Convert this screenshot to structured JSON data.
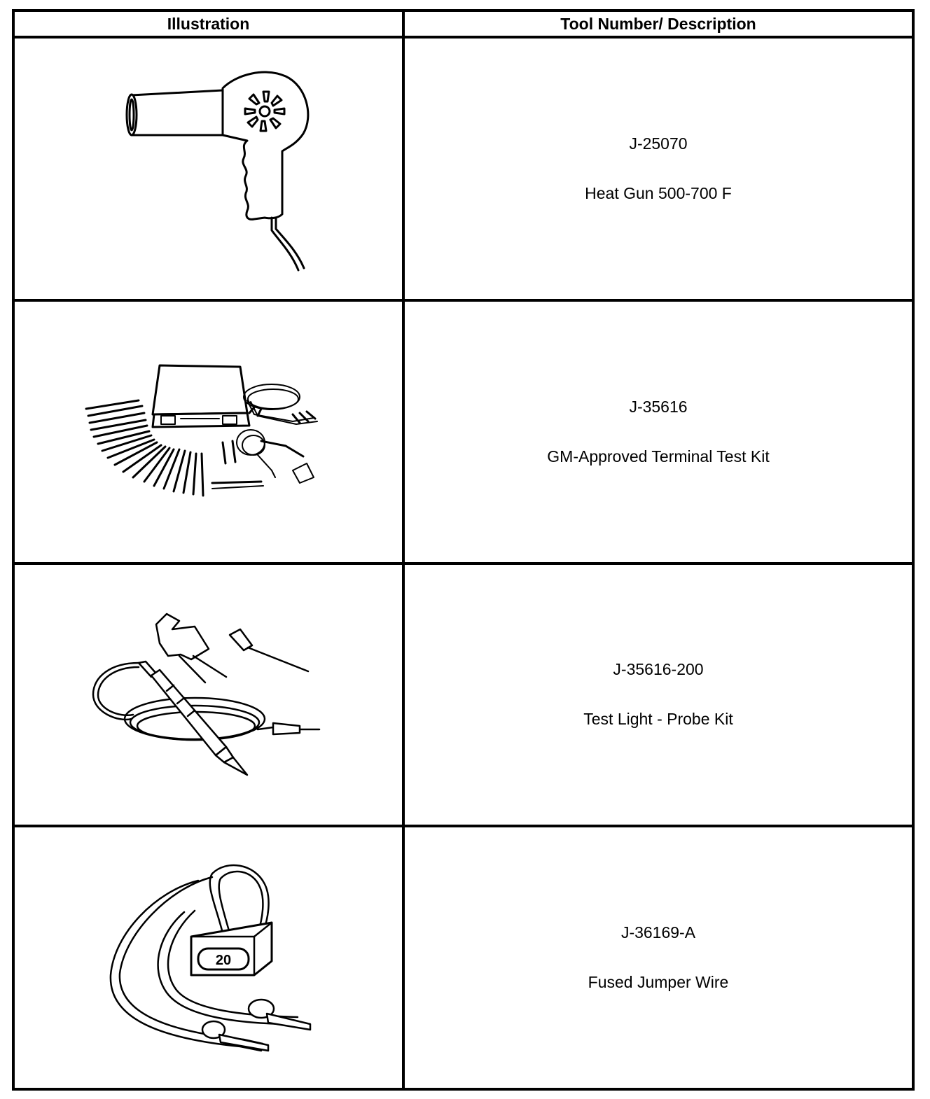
{
  "table": {
    "headers": {
      "illustration": "Illustration",
      "description": "Tool Number/ Description"
    },
    "rows": [
      {
        "tool_number": "J-25070",
        "description": "Heat Gun 500-700 F",
        "illustration_icon": "heat-gun-icon"
      },
      {
        "tool_number": "J-35616",
        "description": "GM-Approved Terminal Test Kit",
        "illustration_icon": "terminal-test-kit-icon"
      },
      {
        "tool_number": "J-35616-200",
        "description": "Test Light - Probe Kit",
        "illustration_icon": "test-light-probe-icon"
      },
      {
        "tool_number": "J-36169-A",
        "description": "Fused Jumper Wire",
        "illustration_icon": "fused-jumper-wire-icon",
        "fuse_label": "20"
      }
    ]
  }
}
